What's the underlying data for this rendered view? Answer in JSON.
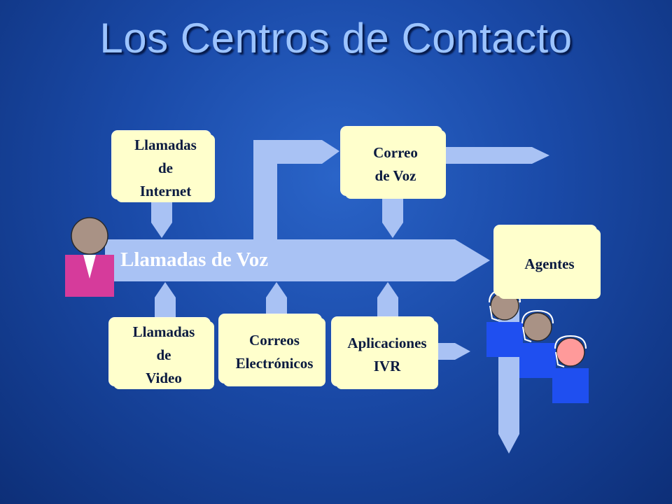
{
  "title": "Los Centros de Contacto",
  "main_flow": {
    "label": "Llamadas de Voz"
  },
  "boxes": {
    "internet": "Llamadas\nde\nInternet",
    "voicemail": "Correo\nde Voz",
    "agents": "Agentes",
    "video": "Llamadas\nde\nVideo",
    "email": "Correos\nElectrónicos",
    "ivr": "Aplicaciones\nIVR"
  },
  "colors": {
    "arrow": "#a9c2f4",
    "box": "#ffffcc",
    "caller_shirt": "#d63b9b",
    "agent_shirt": "#1f4ff0",
    "head": "#a99285"
  }
}
